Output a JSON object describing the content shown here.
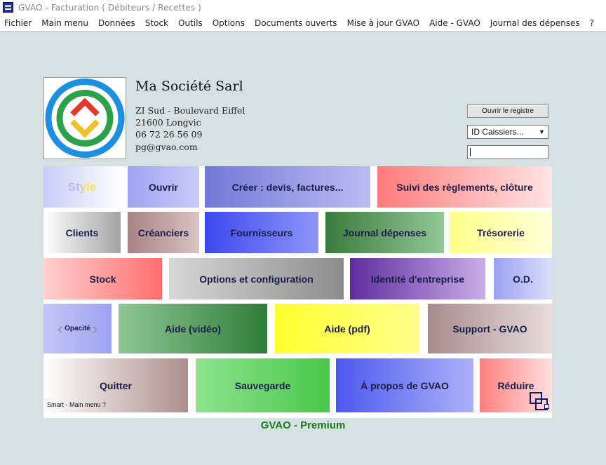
{
  "window": {
    "title": "GVAO - Facturation ( Débiteurs / Recettes )"
  },
  "menu": [
    "Fichier",
    "Main menu",
    "Données",
    "Stock",
    "Outils",
    "Options",
    "Documents ouverts",
    "Mise à jour GVAO",
    "Aide - GVAO",
    "Journal des dépenses",
    "?"
  ],
  "company": {
    "name": "Ma Société Sarl",
    "address1": "ZI Sud - Boulevard Eiffel",
    "address2": "21600 Longvic",
    "phone": "06 72 26 56 09",
    "email": "pg@gvao.com"
  },
  "register": {
    "button": "Ouvrir le registre",
    "select_value": "ID Caissiers...",
    "input_value": ""
  },
  "tiles": {
    "style": "Style",
    "ouvrir": "Ouvrir",
    "creer": "Créer : devis, factures...",
    "suivi": "Suivi des règlements, clôture",
    "clients": "Clients",
    "creanciers": "Créanciers",
    "fournisseurs": "Fournisseurs",
    "journal": "Journal dépenses",
    "tresorerie": "Trésorerie",
    "stock": "Stock",
    "options": "Options et configuration",
    "identite": "Identité d'entreprise",
    "od": "O.D.",
    "opacite": "Opacité",
    "aide_video": "Aide (vidéo)",
    "aide_pdf": "Aide (pdf)",
    "support": "Support - GVAO",
    "quitter": "Quitter",
    "smart": "Smart - Main menu ?",
    "sauvegarde": "Sauvegarde",
    "apropos": "À propos de GVAO",
    "reduire": "Réduire"
  },
  "edition": "GVAO - Premium",
  "colors": {
    "background": "#d6e1e3",
    "premium": "#1a7a1a",
    "tile_text": "#1a1d4a"
  }
}
